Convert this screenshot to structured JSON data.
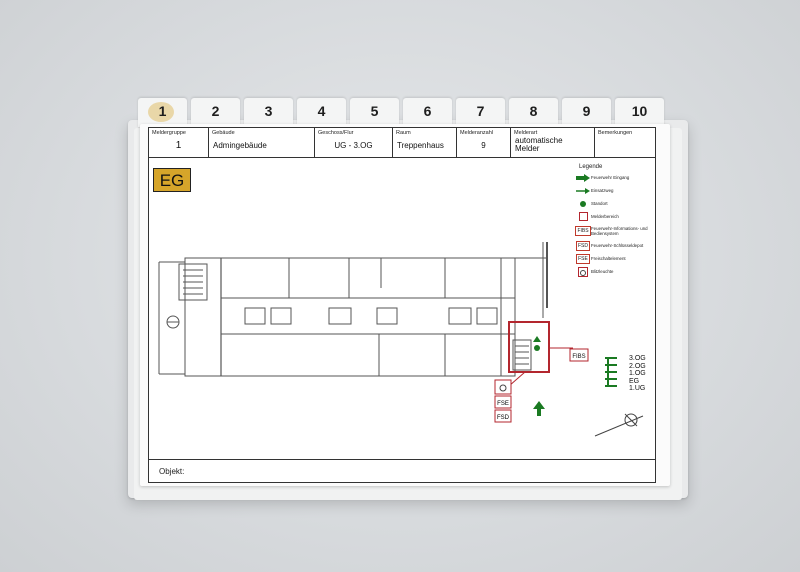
{
  "tabs": [
    "1",
    "2",
    "3",
    "4",
    "5",
    "6",
    "7",
    "8",
    "9",
    "10"
  ],
  "header": {
    "fields": [
      {
        "label": "Meldergruppe",
        "value": "1"
      },
      {
        "label": "Gebäude",
        "value": "Admingebäude"
      },
      {
        "label": "Geschoss/Flur",
        "value": "UG - 3.OG"
      },
      {
        "label": "Raum",
        "value": "Treppenhaus"
      },
      {
        "label": "Melderanzahl",
        "value": "9"
      },
      {
        "label": "Melderart",
        "value": "automatische Melder"
      },
      {
        "label": "Bemerkungen",
        "value": ""
      }
    ]
  },
  "floor_badge": "EG",
  "legend": {
    "title": "Legende",
    "items": [
      {
        "icon": "entrance-arrow-icon",
        "text": "Feuerwehr Eingang"
      },
      {
        "icon": "route-arrow-icon",
        "text": "Einsatzweg"
      },
      {
        "icon": "location-dot-icon",
        "text": "Standort"
      },
      {
        "icon": "area-box-icon",
        "text": "Melderbereich"
      },
      {
        "icon": "fibs-box-icon",
        "badge": "FIBS",
        "text": "Feuerwehr-Informations- und Bediensystem"
      },
      {
        "icon": "fsd-box-icon",
        "badge": "FSD",
        "text": "Feuerwehr-Schlüsseldepot"
      },
      {
        "icon": "fse-box-icon",
        "badge": "FSE",
        "text": "Freischaltelement"
      },
      {
        "icon": "flash-light-icon",
        "text": "Blitzleuchte"
      }
    ]
  },
  "plan_labels": {
    "fibs": "FIBS",
    "fse": "FSE",
    "fsd": "FSD"
  },
  "floor_levels": [
    "3.OG",
    "2.OG",
    "1.OG",
    "EG",
    "1.UG"
  ],
  "footer": {
    "label": "Objekt:"
  },
  "colors": {
    "accent_green": "#1a7a22",
    "alarm_red": "#b3262e",
    "badge_gold": "#d6a52a"
  }
}
